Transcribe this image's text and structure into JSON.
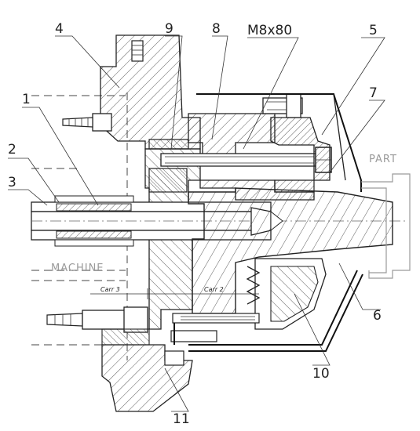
{
  "callouts": {
    "c1": "1",
    "c2": "2",
    "c3": "3",
    "c4": "4",
    "c5": "5",
    "c6": "6",
    "c7": "7",
    "c8": "8",
    "c9": "9",
    "c10": "10",
    "c11": "11",
    "bolt": "M8x80"
  },
  "labels": {
    "machine": "MACHINE",
    "part": "PART",
    "carr3": "Carr 3",
    "carr2": "Carr 2"
  }
}
